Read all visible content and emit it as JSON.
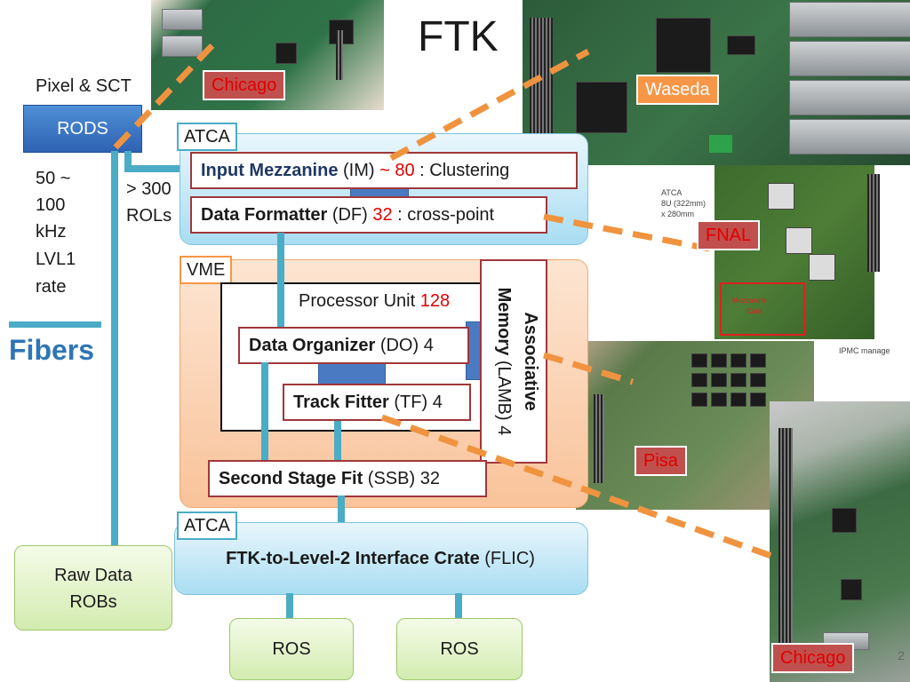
{
  "title": "FTK",
  "source": {
    "label": "Pixel & SCT",
    "rods": "RODS",
    "rate_lines": [
      "50 ~",
      "100",
      "kHz",
      "LVL1",
      "rate"
    ],
    "rols_lines": [
      "> 300",
      "ROLs"
    ]
  },
  "legend": {
    "fibers": "Fibers"
  },
  "crates": {
    "atca_top": "ATCA",
    "vme": "VME",
    "atca_bottom": "ATCA"
  },
  "modules": {
    "im": {
      "name": "Input Mezzanine",
      "abbr": " (IM) ",
      "count": " ~ 80",
      "desc": " : Clustering"
    },
    "df": {
      "name": "Data Formatter",
      "abbr": " (DF) ",
      "count": "32",
      "desc": " : cross-point"
    },
    "pu": {
      "name": "Processor Unit ",
      "count": "128"
    },
    "do": {
      "name": "Data Organizer",
      "abbr": " (DO) 4"
    },
    "tf": {
      "name": "Track Fitter",
      "abbr": " (TF) 4"
    },
    "am": {
      "line1": "Associative",
      "line2_bold": "Memory",
      "line2_rest": " (LAMB) 4"
    },
    "ssb": {
      "name": "Second Stage Fit",
      "abbr": " (SSB)  32"
    },
    "flic": {
      "name": "FTK-to-Level-2 Interface Crate",
      "abbr": " (FLIC)"
    }
  },
  "outputs": {
    "raw_data": [
      "Raw Data",
      "ROBs"
    ],
    "ros_left": "ROS",
    "ros_right": "ROS"
  },
  "institutions": {
    "chicago_top": "Chicago",
    "waseda": "Waseda",
    "fnal": "FNAL",
    "pisa": "Pisa",
    "chicago_bottom": "Chicago"
  },
  "fnal_photo_text": {
    "atca": "ATCA",
    "size1": "8U (322mm)",
    "size2": "x 280mm",
    "mezz1": "Mezzanine",
    "mezz2": "Card",
    "ipmc": "IPMC manage"
  },
  "page_number": "2"
}
